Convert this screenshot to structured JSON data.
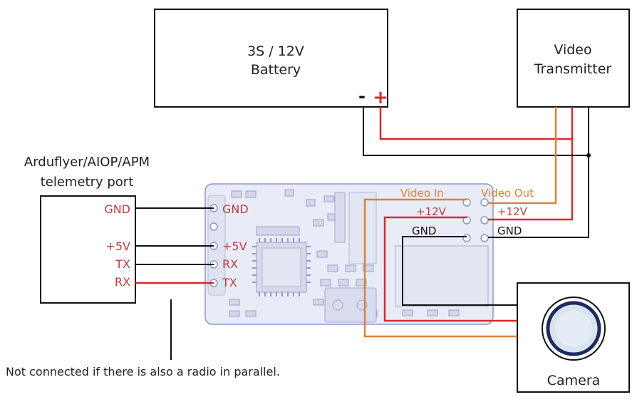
{
  "battery": {
    "line1": "3S / 12V",
    "line2": "Battery",
    "minus": "-",
    "plus": "+"
  },
  "video_transmitter": {
    "line1": "Video",
    "line2": "Transmitter"
  },
  "telemetry_port": {
    "title_line1": "Arduflyer/AIOP/APM",
    "title_line2": "telemetry port",
    "pins": [
      "GND",
      "+5V",
      "TX",
      "RX"
    ]
  },
  "osd_board": {
    "pins": [
      "GND",
      "+5V",
      "RX",
      "TX"
    ],
    "video_in_label": "Video In",
    "video_in_12v": "+12V",
    "video_in_gnd": "GND",
    "video_out_label": "Video Out",
    "video_out_12v": "+12V",
    "video_out_gnd": "GND"
  },
  "camera": {
    "label": "Camera"
  },
  "note": "Not connected if there is also a radio in parallel.",
  "colors": {
    "red": "#d42a2a",
    "label_red": "#b84040",
    "orange": "#d8823c",
    "black": "#111111",
    "board_fill": "#e9ecf6",
    "board_edge": "#8f96c8"
  }
}
